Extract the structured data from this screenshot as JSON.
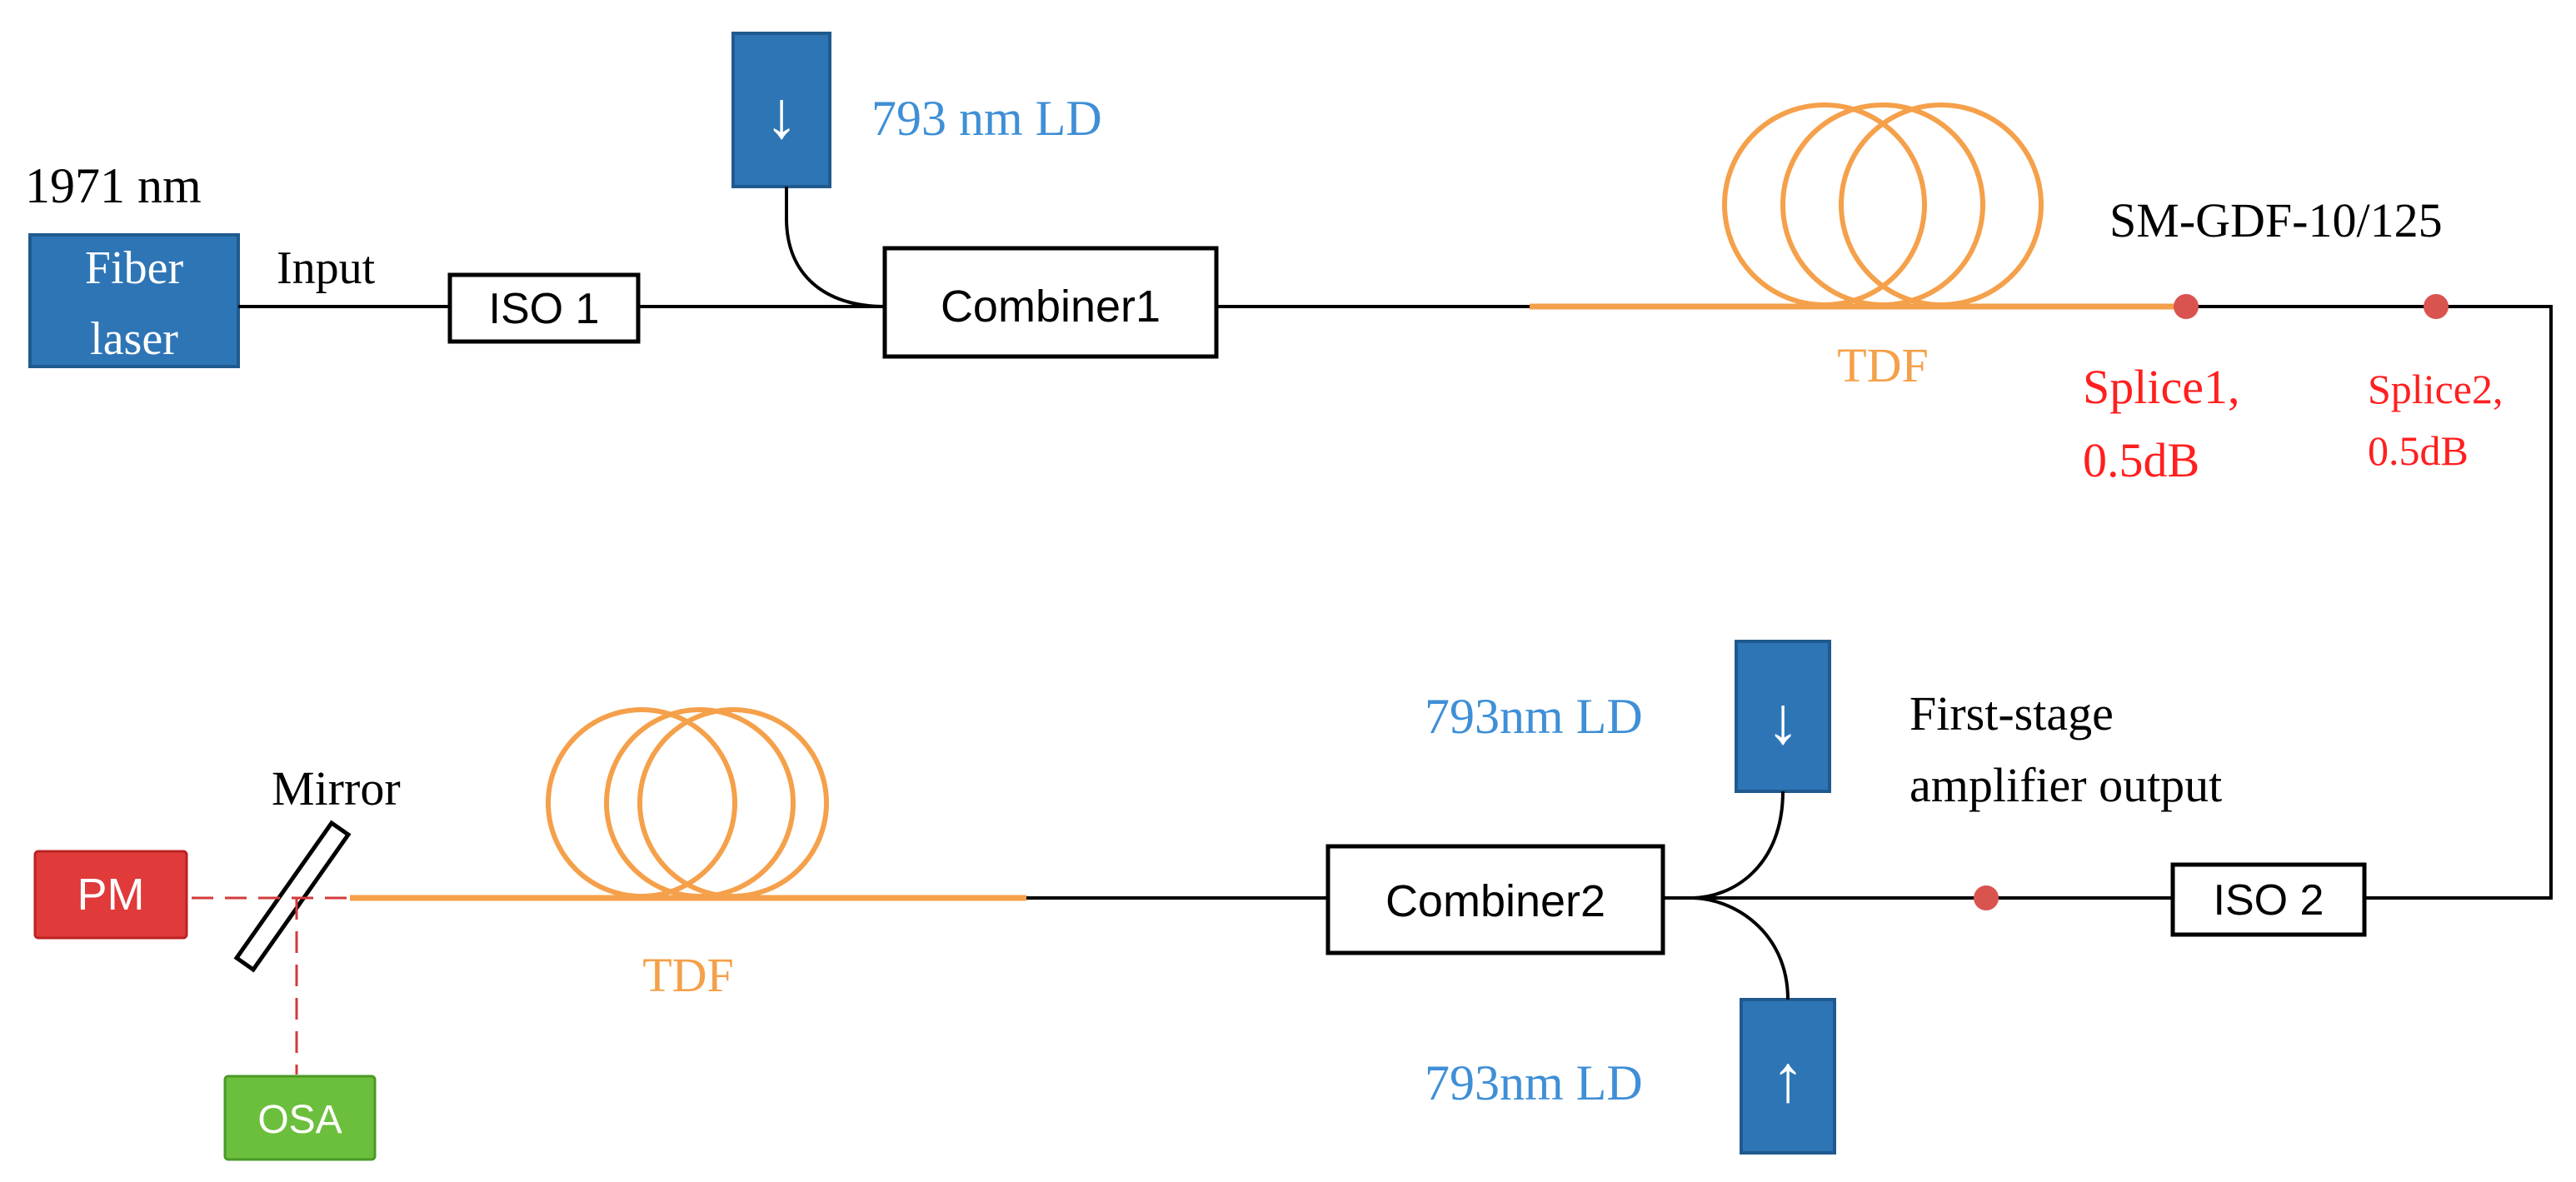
{
  "colors": {
    "line": "#000000",
    "fiber_tdf": "#f5a04a",
    "ld_box": "#2e75b6",
    "ld_label": "#3f8fd6",
    "splice": "#d9534f",
    "splice_label": "#ff1f1f",
    "pm_box": "#e03a3a",
    "osa_box": "#6cbf3c",
    "beam": "#d33a3a"
  },
  "source": {
    "wavelength_label": "1971 nm",
    "box_label_line1": "Fiber",
    "box_label_line2": "laser",
    "input_label": "Input"
  },
  "components": {
    "iso1": "ISO 1",
    "iso2": "ISO 2",
    "combiner1": "Combiner1",
    "combiner2": "Combiner2",
    "fiber_type": "SM-GDF-10/125",
    "tdf_top": "TDF",
    "tdf_bottom": "TDF",
    "first_stage_line1": "First-stage",
    "first_stage_line2": "amplifier output",
    "mirror": "Mirror",
    "pm": "PM",
    "osa": "OSA"
  },
  "pumps": {
    "top": {
      "label": "793 nm LD",
      "arrow": "↓"
    },
    "bottom_upper": {
      "label": "793nm LD",
      "arrow": "↓"
    },
    "bottom_lower": {
      "label": "793nm LD",
      "arrow": "↑"
    }
  },
  "splices": {
    "splice1_line1": "Splice1,",
    "splice1_line2": "0.5dB",
    "splice2_line1": "Splice2,",
    "splice2_line2": "0.5dB"
  }
}
